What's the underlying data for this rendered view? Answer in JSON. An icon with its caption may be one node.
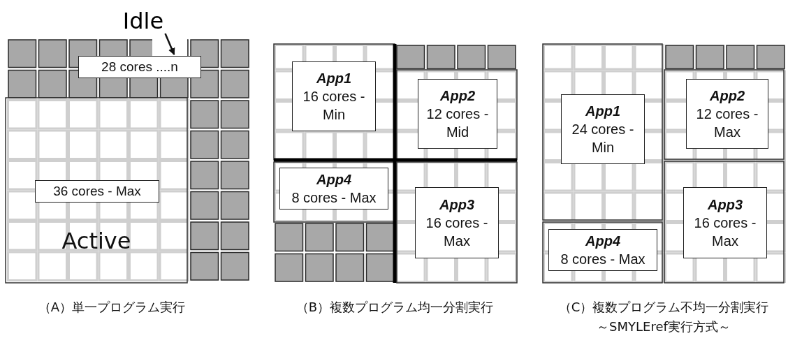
{
  "diagram": {
    "nodes": [
      {
        "text": [
          "Idle"
        ]
      },
      {
        "text": [
          "28 cores ....n"
        ]
      },
      {
        "text": [
          "36 cores - Max"
        ]
      },
      {
        "text": [
          "App1",
          "16 cores - Min"
        ]
      },
      {
        "text": [
          "App2",
          "12 cores - Mid"
        ]
      },
      {
        "text": [
          "App4",
          "8 cores - Max"
        ]
      },
      {
        "text": [
          "App3",
          "16 cores - Max"
        ]
      },
      {
        "text": [
          "App1",
          "24 cores - Min"
        ]
      },
      {
        "text": [
          "App2",
          "12 cores - Max"
        ]
      },
      {
        "text": [
          "App3",
          "16 cores - Max"
        ]
      },
      {
        "text": [
          "App4",
          "8 cores - Max"
        ]
      }
    ],
    "edges": [
      {
        "from": 0,
        "to": 1,
        "arrow": "to"
      }
    ],
    "labels": [
      "Active",
      "（A）単一プログラム実行",
      "（B）複数プログラム均一分割実行",
      "（C）複数プログラム不均一分割実行",
      "～SMYLEref実行方式～"
    ]
  }
}
